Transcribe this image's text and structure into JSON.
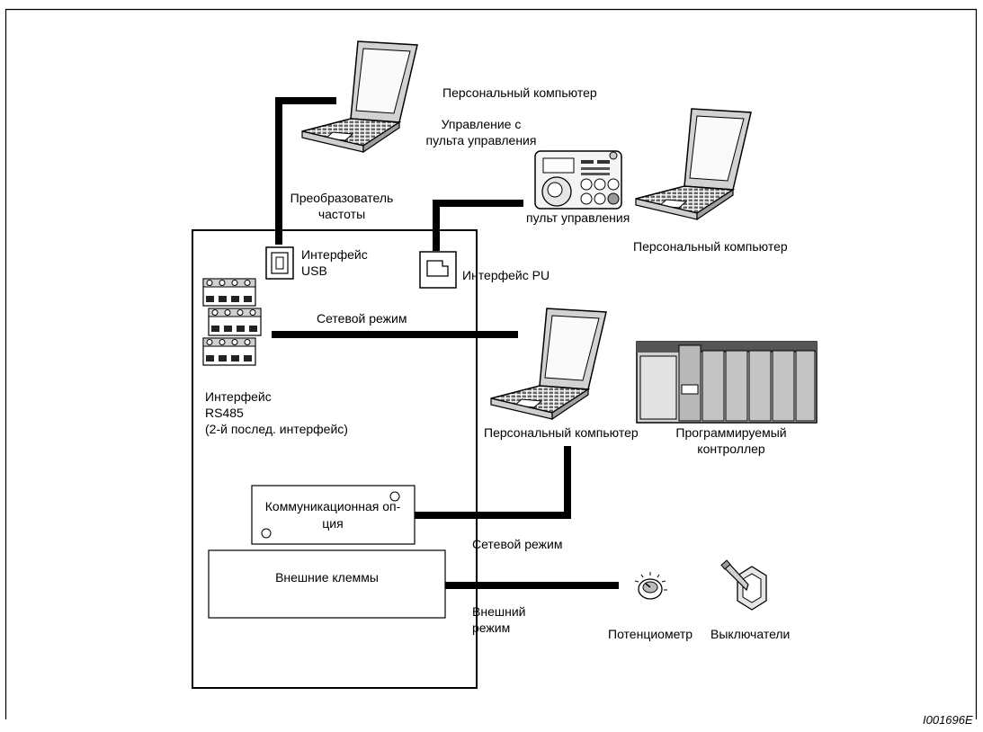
{
  "labels": {
    "pc_top": "Персональный компьютер",
    "pu_control_1": "Управление с",
    "pu_control_2": "пульта управления",
    "panel": "пульт управления",
    "pc_right": "Персональный компьютер",
    "inverter_1": "Преобразователь",
    "inverter_2": "частоты",
    "usb_1": "Интерфейс",
    "usb_2": "USB",
    "pu_interface": "Интерфейс PU",
    "network_mode_top": "Сетевой режим",
    "rs485_1": "Интерфейс",
    "rs485_2": "RS485",
    "rs485_3": "(2-й послед. интерфейс)",
    "pc_mid": "Персональный компьютер",
    "plc_1": "Программируемый",
    "plc_2": "контроллер",
    "comm_option_1": "Коммуникационная оп-",
    "comm_option_2": "ция",
    "network_mode_bottom": "Сетевой режим",
    "external_terminals": "Внешние клеммы",
    "external_mode_1": "Внешний",
    "external_mode_2": "режим",
    "potentiometer": "Потенциометр",
    "switches": "Выключатели"
  },
  "figure_ref": "I001696E",
  "icons": [
    "laptop-icon",
    "operation-panel-icon",
    "usb-port-icon",
    "pu-port-icon",
    "terminal-block-icon",
    "plc-icon",
    "potentiometer-icon",
    "switch-icon"
  ]
}
